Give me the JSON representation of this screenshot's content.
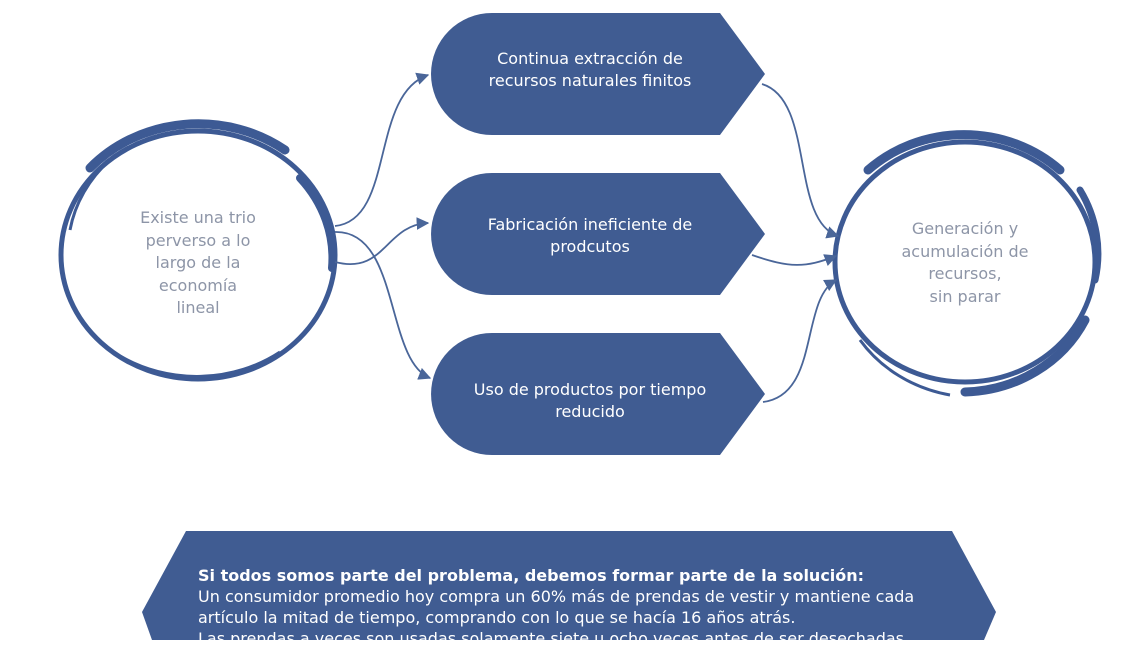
{
  "colors": {
    "node": "#405c92",
    "circle": "#3d5a94",
    "connector": "#4a6699",
    "circle_text": "#8d95a7"
  },
  "left_circle": {
    "text": "Existe una trio\nperverso a lo\nlargo de la\neconomía\nlineal"
  },
  "right_circle": {
    "text": "Generación y\nacumulación de\nrecursos,\nsin parar"
  },
  "nodes": [
    {
      "text": "Continua extracción de\nrecursos naturales finitos"
    },
    {
      "text": "Fabricación ineficiente de\nprodcutos"
    },
    {
      "text": "Uso de productos por tiempo\nreducido"
    }
  ],
  "banner": {
    "heading": "Si todos somos parte del problema, debemos formar parte de la solución:",
    "line1": "Un consumidor promedio hoy compra un 60% más de prendas de vestir y mantiene cada",
    "line2": "artículo la mitad de tiempo, comprando con lo que se hacía 16 años atrás.",
    "line3": "Las prendas a veces son usadas solamente siete u ocho veces antes de ser desechadas."
  }
}
